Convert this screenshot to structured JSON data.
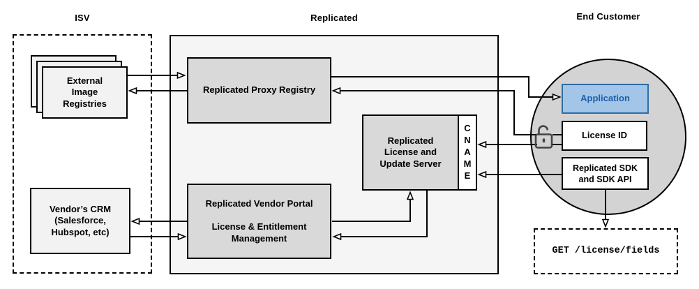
{
  "titles": {
    "isv": "ISV",
    "replicated": "Replicated",
    "end_customer": "End Customer"
  },
  "nodes": {
    "external_image_registries": "External\nImage\nRegistries",
    "vendors_crm": "Vendor’s CRM\n(Salesforce,\nHubspot, etc)",
    "proxy_registry": "Replicated Proxy Registry",
    "license_update_server": "Replicated\nLicense and\nUpdate Server",
    "cname": "C\nN\nA\nM\nE",
    "vendor_portal": "Replicated Vendor Portal\n\nLicense & Entitlement\nManagement",
    "application": "Application",
    "license_id": "License ID",
    "replicated_sdk": "Replicated SDK\nand SDK API",
    "get_license_fields": "GET /license/fields"
  },
  "icons": {
    "lock": "open-padlock-icon"
  },
  "colors": {
    "application_fill": "#a3c6e8",
    "application_border": "#2e6ca4",
    "application_text": "#1e5fa8",
    "node_gray": "#d9d9d9",
    "container_gray": "#f5f5f5",
    "light_node": "#f2f2f2",
    "circle_gray": "#d3d3d3",
    "line": "#000000",
    "lock": "#444444"
  }
}
